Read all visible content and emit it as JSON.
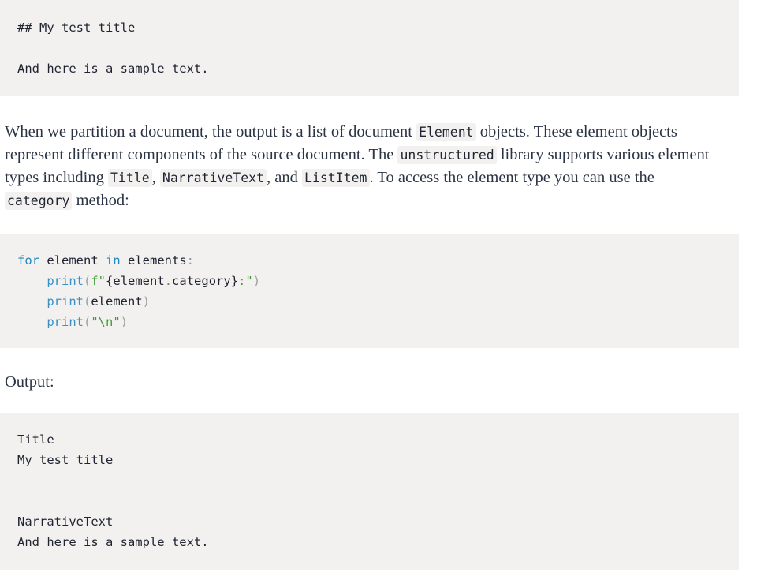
{
  "markdown_sample": {
    "name": "markdown-sample-block",
    "line1": "## My test title",
    "line2": "And here is a sample text."
  },
  "paragraph": {
    "seg1": "When we partition a document, the output is a list of document ",
    "code1": "Element",
    "seg2": " objects. These element objects represent different components of the source document. The ",
    "code2": "unstructured",
    "seg3": " library supports various element types including ",
    "code3": "Title",
    "seg4": ", ",
    "code4": "NarrativeText",
    "seg5": ", and ",
    "code5": "ListItem",
    "seg6": ". To access the element type you can use the ",
    "code6": "category",
    "seg7": " method:"
  },
  "code_block": {
    "name": "python-code-block",
    "language": "python",
    "lines": [
      "for element in elements:",
      "    print(f\"{element.category}:\")",
      "    print(element)",
      "    print(\"\\n\")"
    ],
    "tokens": {
      "l1_kw_for": "for",
      "l1_var_element": " element ",
      "l1_kw_in": "in",
      "l1_var_elements": " elements",
      "l1_colon": ":",
      "l2_indent": "    ",
      "l2_fn": "print",
      "l2_paren_open": "(",
      "l2_str_open": "f\"",
      "l2_brace_open": "{",
      "l2_obj": "element",
      "l2_dot": ".",
      "l2_attr": "category",
      "l2_brace_close": "}",
      "l2_str_close": ":\"",
      "l2_paren_close": ")",
      "l3_indent": "    ",
      "l3_fn": "print",
      "l3_paren_open": "(",
      "l3_arg": "element",
      "l3_paren_close": ")",
      "l4_indent": "    ",
      "l4_fn": "print",
      "l4_paren_open": "(",
      "l4_str": "\"\\n\"",
      "l4_paren_close": ")"
    }
  },
  "output_label": "Output:",
  "output_block": {
    "name": "output-block",
    "line1": "Title",
    "line2": "My test title",
    "line3": "NarrativeText",
    "line4": "And here is a sample text."
  },
  "colors": {
    "block_background": "#f2f1ef",
    "page_background": "#ffffff",
    "prose_text": "#2b3445",
    "code_text": "#1f2430",
    "keyword": "#1f8ac0",
    "function": "#3a8fc4",
    "string": "#3f9c35",
    "punctuation": "#9aa0a6"
  }
}
